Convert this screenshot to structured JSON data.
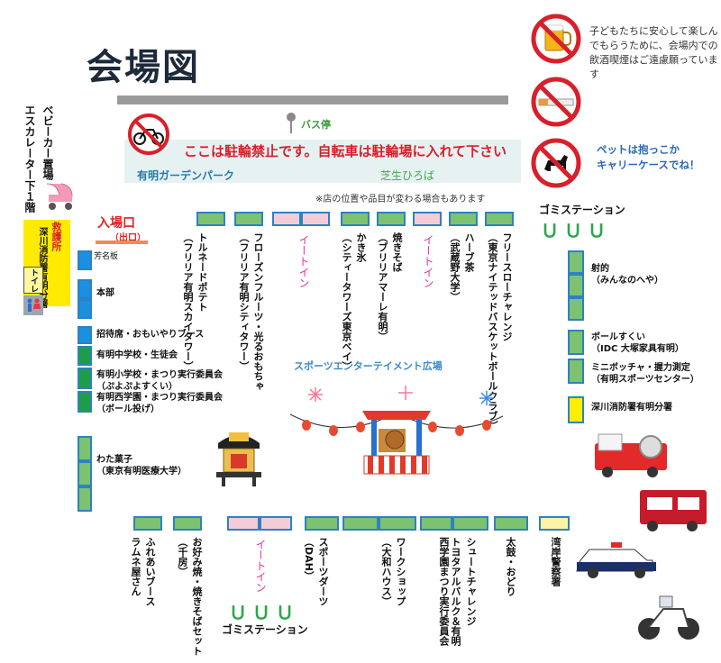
{
  "header": {
    "title": "会場図"
  },
  "notices": {
    "caution": "子どもたちに安心して楽しんでもらうために、会場内での飲酒喫煙はご遠慮願っています",
    "pet": [
      "ペットは抱っこか",
      "キャリーケースでね！"
    ],
    "no_bicycle": "ここは駐輪禁止です。自転車は駐輪場に入れて下さい",
    "layout_note": "※店の位置や品目が変わる場合もあります"
  },
  "park": {
    "name": "有明ガーデンパーク",
    "lawn": "芝生ひろば",
    "bus_stop": "バス停"
  },
  "left_side": {
    "baby_car": "ベビーカー置場",
    "escalator": "エスカレーター下１階",
    "first_aid": "救護所",
    "fire_station_sign": "深川消防署有明分署",
    "toilet": "トイレ",
    "entrance": "入場口",
    "exit": "（出口）",
    "yoshiban": "芳名板",
    "booths": [
      {
        "label": "本部"
      },
      {
        "label": "招待席・おもいやりブース"
      },
      {
        "label": "有明中学校・生徒会"
      },
      {
        "label": "有明小学校・まつり実行委員会",
        "sub": "（ぷよぷよすくい）"
      },
      {
        "label": "有明西学園・まつり実行委員会",
        "sub": "（ボール投げ）"
      },
      {
        "label": "わた菓子",
        "sub": "（東京有明医療大学）"
      }
    ]
  },
  "top_booths": [
    {
      "label": "トルネードポテト",
      "sub": "（フリリア有明スカイタワー）"
    },
    {
      "label": "フローズンフルーツ・光るおもちゃ",
      "sub": "（フリリア有明シティタワー）"
    },
    {
      "label": "イートイン"
    },
    {
      "label": "かき氷",
      "sub": "（シティータワーズ東京ベイ）"
    },
    {
      "label": "焼きそば",
      "sub": "（ブリリアマーレ有明）"
    },
    {
      "label": "イートイン"
    },
    {
      "label": "ハーブ茶",
      "sub": "（武蔵野大学）"
    },
    {
      "label": "フリースローチャレンジ",
      "sub": "（東京ナイテッドバスケットボールクラブ）"
    }
  ],
  "right_side": {
    "gomi": "ゴミステーション",
    "booths": [
      {
        "label": "射的",
        "sub": "（みんなのへや）"
      },
      {
        "label": "ボールすくい",
        "sub": "（IDC 大塚家具有明）"
      },
      {
        "label": "ミニボッチャ・握力測定",
        "sub": "（有明スポーツセンター）"
      },
      {
        "label": "深川消防署有明分署"
      }
    ]
  },
  "center": {
    "label": "スポーツエンターテイメント広場"
  },
  "bottom_booths": [
    {
      "label": "ふれあいブース",
      "sub": "ラムネ屋さん"
    },
    {
      "label": "お好み焼・焼きそばセット",
      "sub": "（千房）"
    },
    {
      "label": "イートイン"
    },
    {
      "label": "スポーツダーツ",
      "sub": "（DAH）"
    },
    {
      "label": "ワークショップ",
      "sub": "（大和ハウス）"
    },
    {
      "label": "シュートチャレンジ",
      "sub": "トヨタアルバルク＆有明西学園まつり実行委員会"
    },
    {
      "label": "太鼓・おどり"
    },
    {
      "label": "湾岸警察署"
    }
  ],
  "bottom_gomi": "ゴミステーション",
  "u_marks": "ＵＵＵ",
  "colors": {
    "booth_green": "#7cc270",
    "eat_in_pink": "#f4ccd8",
    "border_blue": "#2c82c4",
    "warn_red": "#d8202a"
  }
}
